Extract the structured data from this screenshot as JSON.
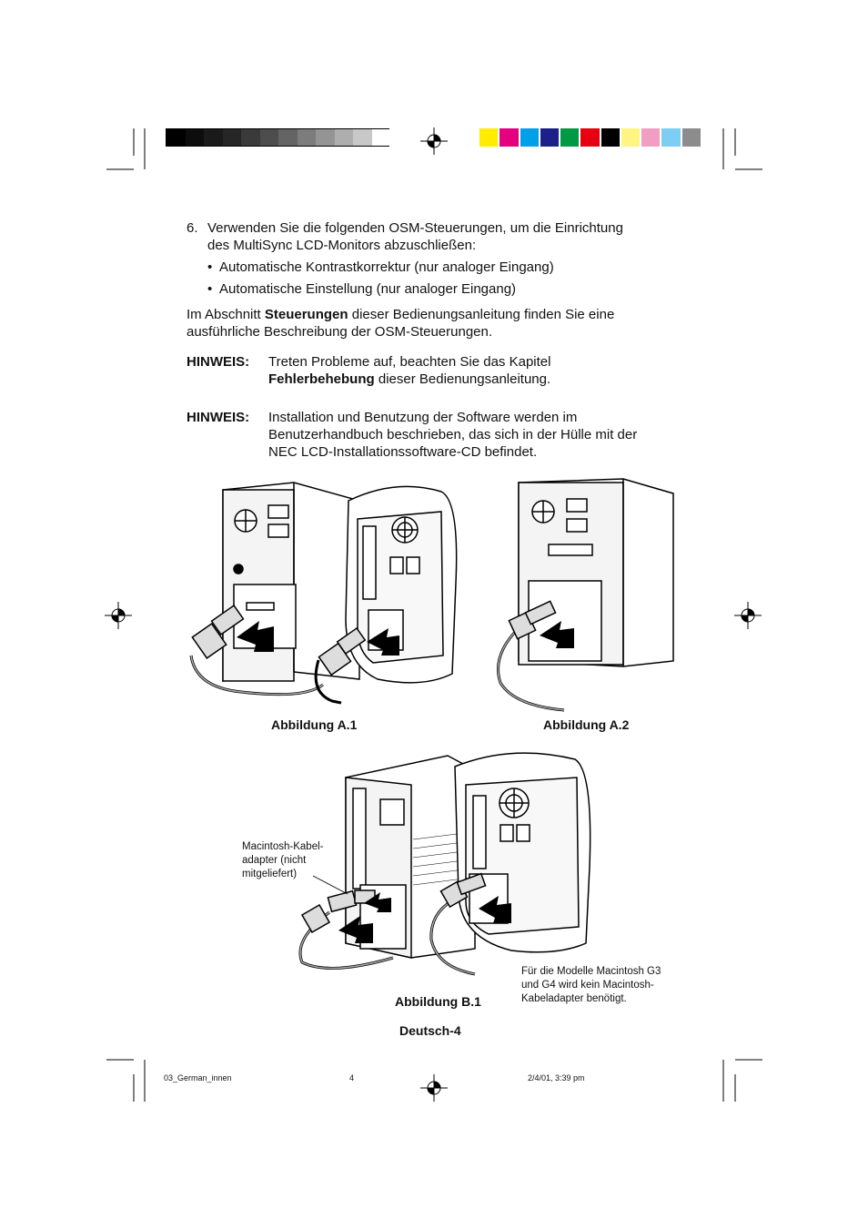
{
  "color_bars": {
    "gray_left": [
      "#000000",
      "#0d0d0d",
      "#1a1a1a",
      "#262626",
      "#3a3a3a",
      "#4d4d4d",
      "#646464",
      "#7c7c7c",
      "#949494",
      "#aeaeae",
      "#c8c8c8",
      "#ffffff"
    ],
    "color_right": [
      "#ffec00",
      "#e4007f",
      "#00a0e9",
      "#1d2088",
      "#009944",
      "#e60012",
      "#000000",
      "#fff580",
      "#f19ec2",
      "#7ecef4",
      "#8c8c8c"
    ]
  },
  "step": {
    "number": "6.",
    "line1": "Verwenden Sie die folgenden OSM-Steuerungen, um die Einrichtung",
    "line2": "des MultiSync LCD-Monitors abzuschließen:",
    "bullets": [
      "Automatische Kontrastkorrektur (nur analoger Eingang)",
      "Automatische Einstellung (nur analoger Eingang)"
    ]
  },
  "section_ref": {
    "prefix": "Im Abschnitt ",
    "bold": "Steuerungen",
    "suffix": " dieser Bedienungsanleitung finden Sie eine",
    "line2": "ausführliche Beschreibung der OSM-Steuerungen."
  },
  "note1": {
    "label": "HINWEIS:",
    "line1": "Treten Probleme auf, beachten Sie das Kapitel",
    "bold": "Fehlerbehebung",
    "line2_suffix": " dieser Bedienungsanleitung."
  },
  "note2": {
    "label": "HINWEIS:",
    "line1": "Installation und Benutzung der Software werden im",
    "line2": "Benutzerhandbuch beschrieben, das sich in der Hülle mit der",
    "line3": "NEC LCD-Installationssoftware-CD befindet."
  },
  "figures": {
    "a1": "Abbildung A.1",
    "a2": "Abbildung A.2",
    "b1": "Abbildung B.1",
    "adapter_label": [
      "Macintosh-Kabel-",
      "adapter (nicht",
      "mitgeliefert)"
    ],
    "g3g4_note": [
      "Für die Modelle Macintosh G3",
      "und G4 wird kein Macintosh-",
      "Kabeladapter benötigt."
    ]
  },
  "page_label": "Deutsch-4",
  "footer": {
    "file": "03_German_innen",
    "page": "4",
    "date": "2/4/01, 3:39 pm"
  }
}
